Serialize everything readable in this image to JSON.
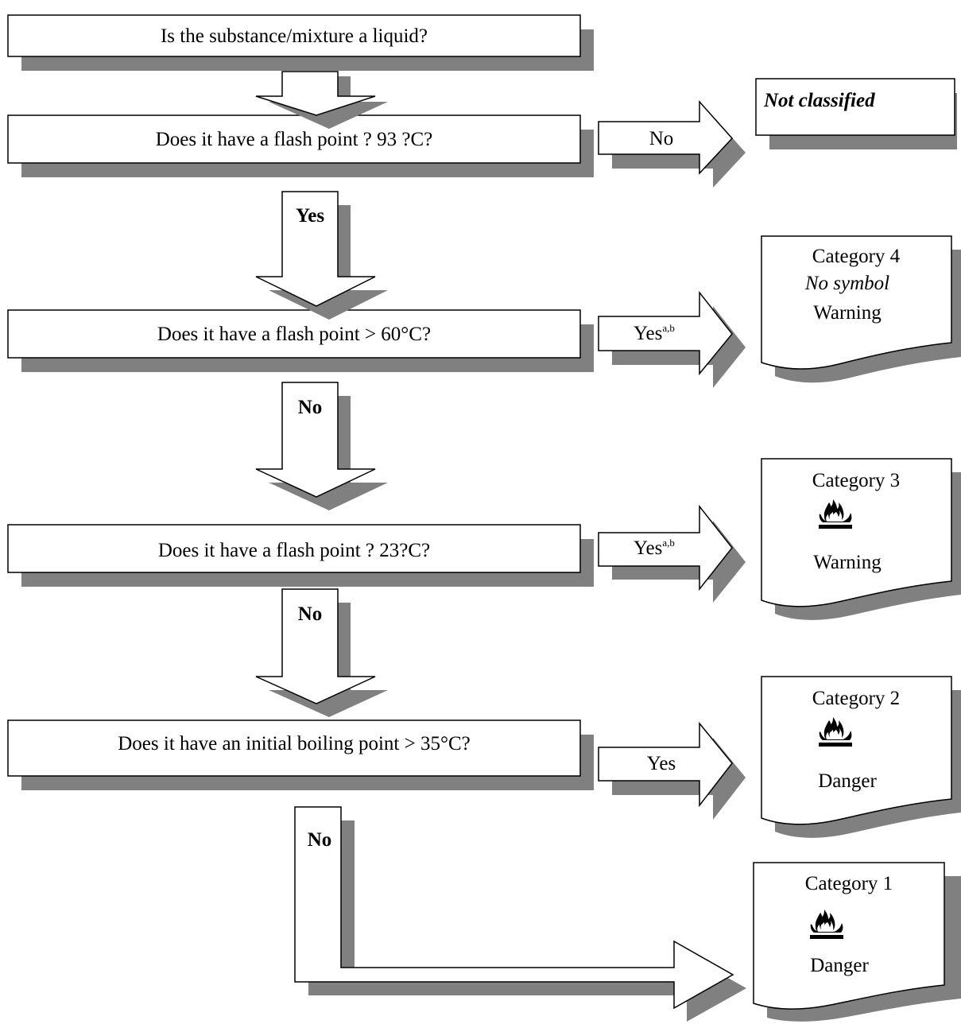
{
  "questions": {
    "q1": "Is the substance/mixture a liquid?",
    "q2": "Does it have a flash point ? 93 ?C?",
    "q3": "Does it have a flash point > 60°C?",
    "q4": "Does it have a flash point ? 23?C?",
    "q5": "Does it have an initial boiling point > 35°C?"
  },
  "down_labels": {
    "d2": "Yes",
    "d3": "No",
    "d4": "No",
    "d5": "No"
  },
  "right_labels": {
    "r1": "No",
    "r2": "Yes",
    "r2_sup": "a,b",
    "r3": "Yes",
    "r3_sup": "a,b",
    "r4": "Yes"
  },
  "results": {
    "not_classified": "Not classified",
    "cat4": {
      "title": "Category 4",
      "symbol": "No symbol",
      "signal": "Warning"
    },
    "cat3": {
      "title": "Category 3",
      "signal": "Warning"
    },
    "cat2": {
      "title": "Category 2",
      "signal": "Danger"
    },
    "cat1": {
      "title": "Category 1",
      "signal": "Danger"
    }
  },
  "colors": {
    "shadow": "#808080",
    "stroke": "#000000",
    "fill": "#ffffff"
  },
  "icons": {
    "hazard": "flame-icon"
  }
}
